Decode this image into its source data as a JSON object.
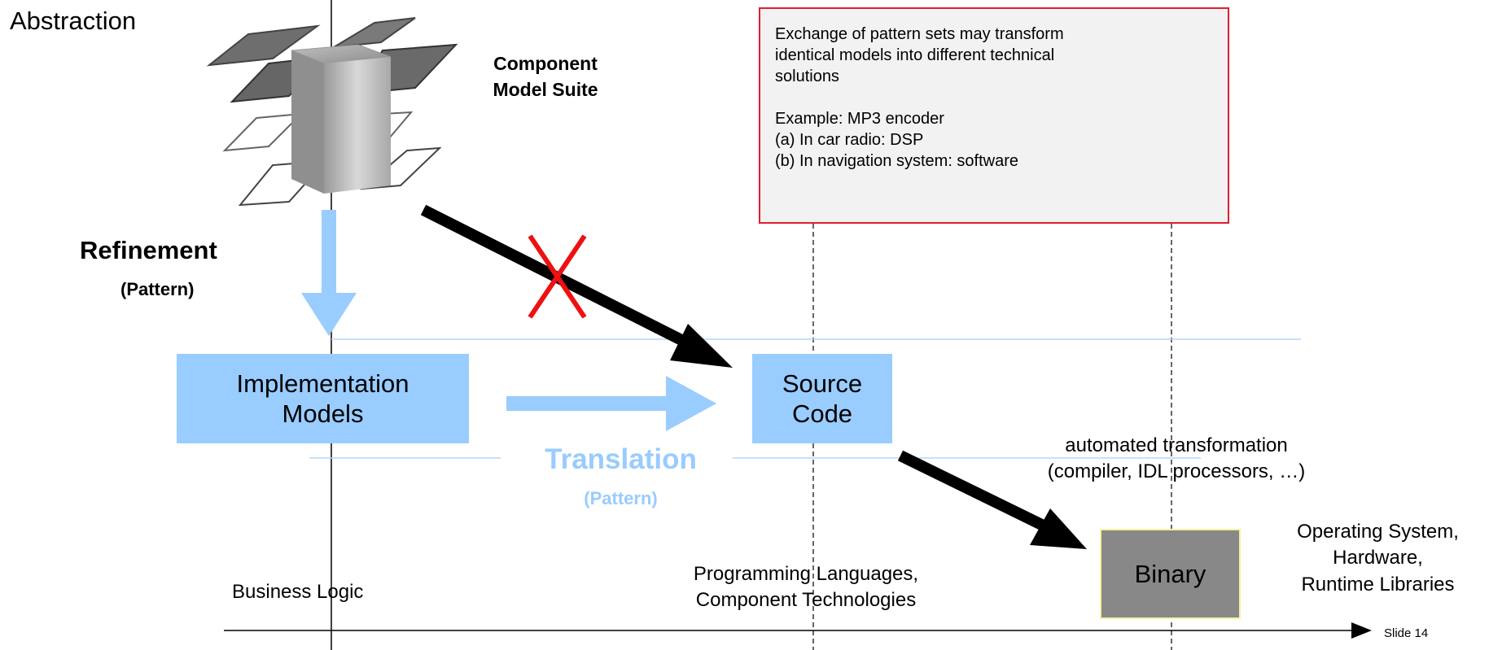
{
  "axis_y_label": "Abstraction",
  "component_suite_label": "Component\nModel Suite",
  "refinement": {
    "title": "Refinement",
    "subtitle": "(Pattern)"
  },
  "translation": {
    "title": "Translation",
    "subtitle": "(Pattern)"
  },
  "impl_models": "Implementation\nModels",
  "source_code": "Source\nCode",
  "binary": "Binary",
  "automated": "automated transformation\n(compiler, IDL processors, …)",
  "note": {
    "line1": "Exchange of pattern sets may transform",
    "line2": "identical models into different technical",
    "line3": "solutions",
    "line4": "Example: MP3 encoder",
    "line5": "(a) In car radio: DSP",
    "line6": "(b) In navigation system: software"
  },
  "layers": {
    "business": "Business Logic",
    "programming": "Programming Languages,\nComponent Technologies",
    "os": "Operating System,\nHardware,\nRuntime Libraries"
  },
  "slide": "Slide 14",
  "colors": {
    "light_blue": "#99ccff",
    "pale_line": "#b3d5f5",
    "note_border": "#e02030",
    "cross": "#ee1111",
    "binary_fill": "#888888",
    "binary_border": "#f5f0a0"
  }
}
